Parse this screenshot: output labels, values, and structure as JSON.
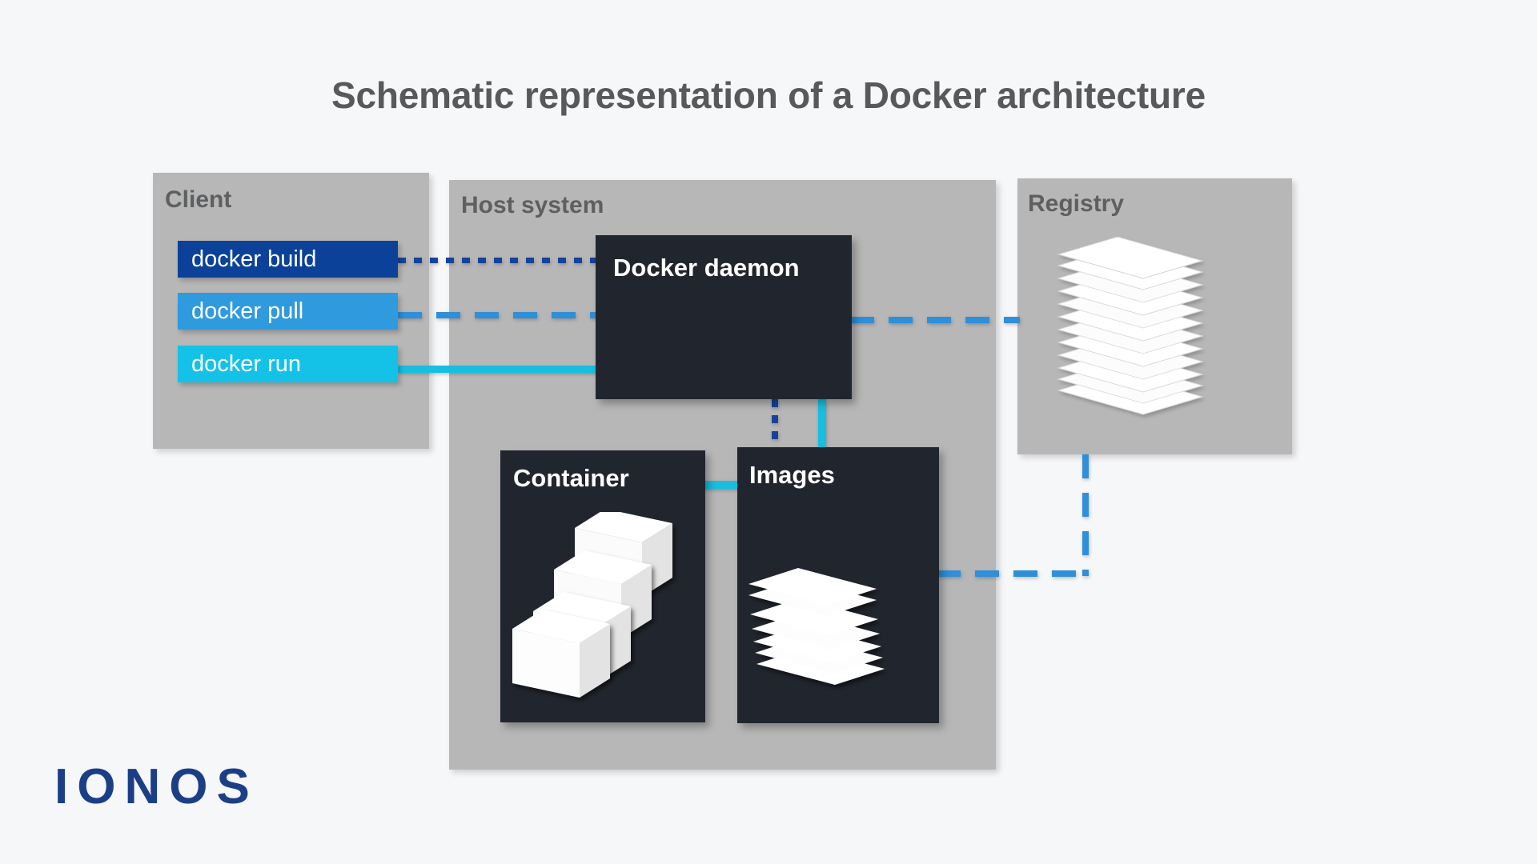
{
  "page": {
    "title": "Schematic representation of a Docker architecture",
    "background_color": "#f6f7f8"
  },
  "brand": {
    "logo_text": "IONOS",
    "logo_color": "#1b3f87"
  },
  "panels": [
    {
      "id": "client",
      "label": "Client",
      "color": "#b7b7b7"
    },
    {
      "id": "host",
      "label": "Host system",
      "color": "#b7b7b7"
    },
    {
      "id": "registry",
      "label": "Registry",
      "color": "#b7b7b7"
    }
  ],
  "commands": [
    {
      "label": "docker build",
      "color": "#0b4199"
    },
    {
      "label": "docker pull",
      "color": "#2f9ade"
    },
    {
      "label": "docker run",
      "color": "#14c2e8"
    }
  ],
  "boxes": [
    {
      "id": "daemon",
      "label": "Docker daemon",
      "color": "#21262e"
    },
    {
      "id": "container",
      "label": "Container",
      "color": "#21262e"
    },
    {
      "id": "images",
      "label": "Images",
      "color": "#21262e"
    }
  ],
  "icons": {
    "registry_stack": "document-stack-icon",
    "container_boxes": "cube-stack-icon",
    "images_stack": "document-stack-icon"
  },
  "connections": [
    {
      "from": "docker build",
      "to": "Docker daemon",
      "style": "dotted",
      "color": "#15439b"
    },
    {
      "from": "docker pull",
      "to": "Docker daemon",
      "style": "dashed",
      "color": "#2f8fd8"
    },
    {
      "from": "Docker daemon",
      "to": "Registry",
      "style": "dashed",
      "color": "#2f8fd8"
    },
    {
      "from": "docker run",
      "to": "Docker daemon",
      "style": "solid",
      "color": "#17bee0"
    },
    {
      "from": "Docker daemon",
      "to": "Images",
      "style": "dotted",
      "color": "#15439b"
    },
    {
      "from": "Docker daemon",
      "to": "Images",
      "style": "solid",
      "color": "#17bee0"
    },
    {
      "from": "Container",
      "to": "Images",
      "style": "solid",
      "color": "#17bee0"
    },
    {
      "from": "Images",
      "to": "Registry",
      "style": "dashed",
      "color": "#2f8fd8"
    }
  ]
}
